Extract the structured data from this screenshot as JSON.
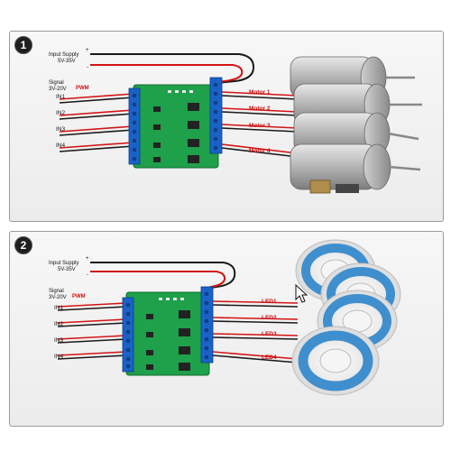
{
  "colors": {
    "wire_red": "#d21414",
    "wire_black": "#1a1a1a",
    "board_green": "#1fa04a",
    "terminal_blue": "#1a62c8",
    "led_strip_blue": "#3f8fce"
  },
  "diagram_1": {
    "badge": "1",
    "supply_label_line1": "Input Supply",
    "supply_label_line2": "5V-35V",
    "plus_sign": "+",
    "minus_sign": "-",
    "signal_label_line1": "Signal",
    "signal_label_line2": "3V-20V",
    "pwm_label": "PWM",
    "inputs": [
      "IN1",
      "IN2",
      "IN3",
      "IN4"
    ],
    "outputs": [
      "Motor 1",
      "Motor 2",
      "Motor 3",
      "Motor 4"
    ],
    "load_icon": "dc-motor"
  },
  "diagram_2": {
    "badge": "2",
    "supply_label_line1": "Input Supply",
    "supply_label_line2": "5V-35V",
    "plus_sign": "+",
    "minus_sign": "-",
    "signal_label_line1": "Signal",
    "signal_label_line2": "3V-20V",
    "pwm_label": "PWM",
    "inputs": [
      "IN1",
      "IN2",
      "IN3",
      "IN4"
    ],
    "outputs": [
      "LED1",
      "LED2",
      "LED3",
      "LED4"
    ],
    "load_icon": "led-strip-reel"
  }
}
